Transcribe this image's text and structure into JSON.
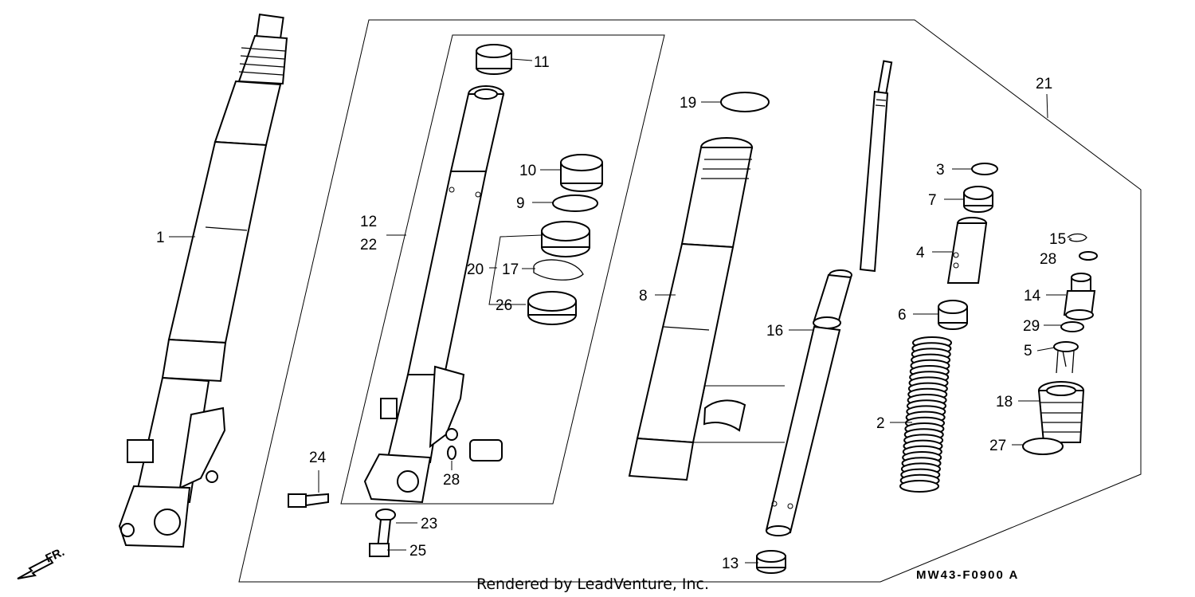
{
  "title": "",
  "callouts": [
    {
      "id": "c1",
      "label": "1"
    },
    {
      "id": "c2",
      "label": "2"
    },
    {
      "id": "c3",
      "label": "3"
    },
    {
      "id": "c4",
      "label": "4"
    },
    {
      "id": "c5",
      "label": "5"
    },
    {
      "id": "c6",
      "label": "6"
    },
    {
      "id": "c7",
      "label": "7"
    },
    {
      "id": "c8",
      "label": "8"
    },
    {
      "id": "c9",
      "label": "9"
    },
    {
      "id": "c10",
      "label": "10"
    },
    {
      "id": "c11",
      "label": "11"
    },
    {
      "id": "c12",
      "label": "12"
    },
    {
      "id": "c22",
      "label": "22"
    },
    {
      "id": "c13",
      "label": "13"
    },
    {
      "id": "c14",
      "label": "14"
    },
    {
      "id": "c15",
      "label": "15"
    },
    {
      "id": "c16",
      "label": "16"
    },
    {
      "id": "c17",
      "label": "17"
    },
    {
      "id": "c18",
      "label": "18"
    },
    {
      "id": "c19",
      "label": "19"
    },
    {
      "id": "c20",
      "label": "20"
    },
    {
      "id": "c21",
      "label": "21"
    },
    {
      "id": "c23",
      "label": "23"
    },
    {
      "id": "c24",
      "label": "24"
    },
    {
      "id": "c25",
      "label": "25"
    },
    {
      "id": "c26",
      "label": "26"
    },
    {
      "id": "c27",
      "label": "27"
    },
    {
      "id": "c28a",
      "label": "28"
    },
    {
      "id": "c28b",
      "label": "28"
    },
    {
      "id": "c29",
      "label": "29"
    }
  ],
  "diagram_code": "MW43-F0900 A",
  "direction_marker": "FR.",
  "credit": "Rendered by LeadVenture, Inc.",
  "colors": {
    "line": "#000000",
    "background": "#ffffff"
  }
}
